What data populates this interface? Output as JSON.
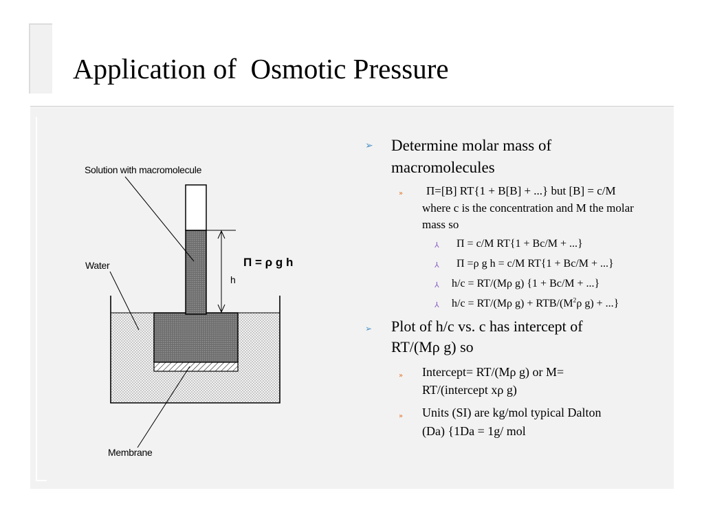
{
  "slide": {
    "title": "Application of  Osmotic Pressure"
  },
  "diagram": {
    "label_solution": "Solution with macromolecule",
    "label_water": "Water",
    "label_h": "h",
    "label_membrane": "Membrane",
    "formula": "Π = ρ g h"
  },
  "bullets": {
    "b1": {
      "line1": "Determine molar mass of",
      "line2": "macromolecules"
    },
    "b1_1": {
      "line1": "Π=[B] RT{1 + B[B] + ...} but [B] = c/M",
      "line2": "where c is the concentration and M the molar",
      "line3": "mass so"
    },
    "b1_1_a": "Π = c/M RT{1 + Bc/M + ...}",
    "b1_1_b": "Π =ρ  g h = c/M RT{1 + Bc/M + ...}",
    "b1_1_c": "h/c = RT/(Mρ g) {1 + Bc/M + ...}",
    "b1_1_d_pre": "h/c = RT/(Mρ g) + RTB/(M",
    "b1_1_d_sup": "2",
    "b1_1_d_post": "ρ g) + ...}",
    "b2": {
      "line1": "Plot of h/c vs. c  has intercept of",
      "line2": "RT/(Mρ g) so"
    },
    "b2_1": {
      "line1": "Intercept= RT/(Mρ g) or M=",
      "line2": "RT/(intercept xρ g)"
    },
    "b2_2": {
      "line1": "Units (SI) are kg/mol typical Dalton",
      "line2": "(Da) {1Da = 1g/ mol"
    }
  },
  "markers": {
    "level1": "➢",
    "level2": "»",
    "level3": "⅄"
  }
}
